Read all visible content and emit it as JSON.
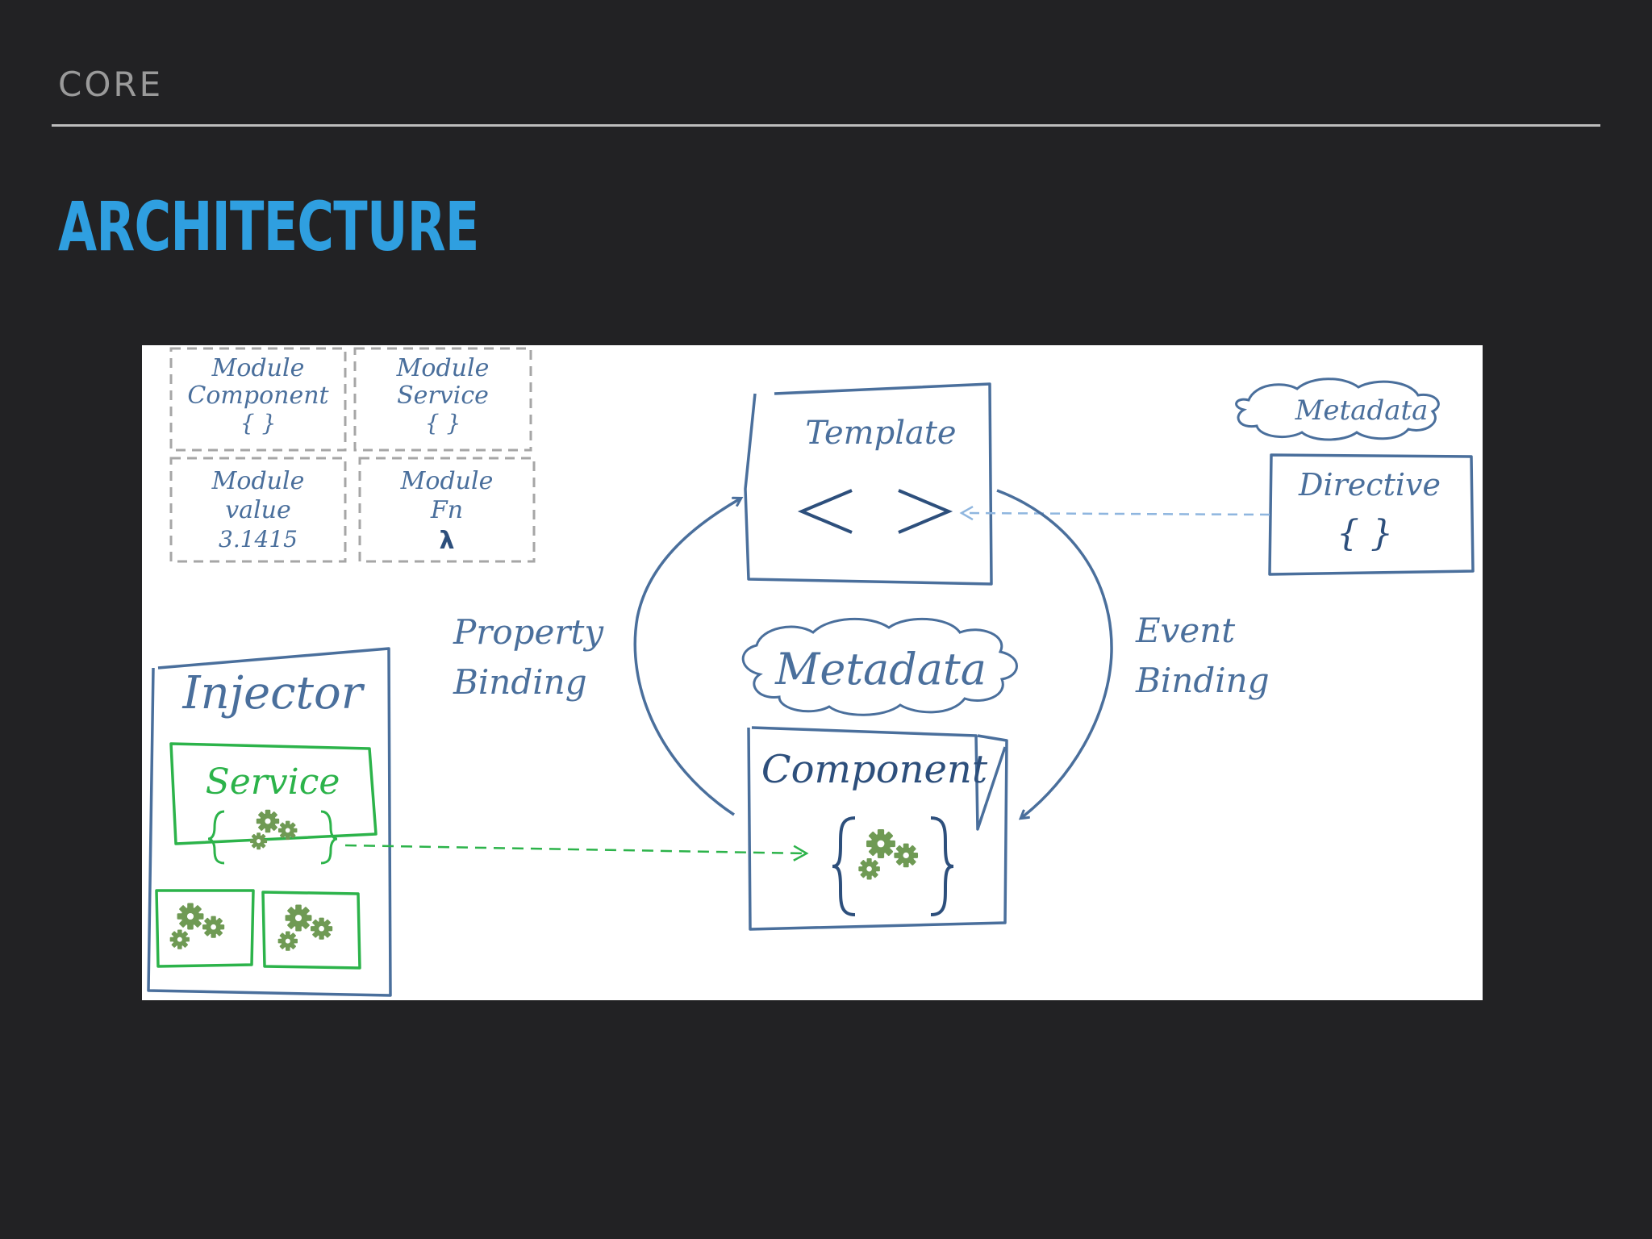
{
  "header": {
    "section": "CORE",
    "title": "ARCHITECTURE"
  },
  "diagram": {
    "modules": [
      {
        "name": "Module",
        "kind": "Component",
        "value": "{ }"
      },
      {
        "name": "Module",
        "kind": "Service",
        "value": "{ }"
      },
      {
        "name": "Module",
        "kind": "value",
        "value": "3.1415"
      },
      {
        "name": "Module",
        "kind": "Fn",
        "value": "λ"
      }
    ],
    "template": {
      "label": "Template",
      "symbol": "< >"
    },
    "metadata_top": "Metadata",
    "directive": {
      "label": "Directive",
      "symbol": "{ }"
    },
    "property_binding": [
      "Property",
      "Binding"
    ],
    "event_binding": [
      "Event",
      "Binding"
    ],
    "metadata_center": "Metadata",
    "injector": {
      "label": "Injector",
      "service": "Service"
    },
    "component": {
      "label": "Component"
    },
    "colors": {
      "blue": "#4a6f9c",
      "green": "#2cb34a",
      "gear": "#6f9a54",
      "dash_gray": "#a6a6a6",
      "dash_blue": "#8fb6df"
    },
    "icons": [
      "gear-cluster-icon",
      "curly-braces-icon",
      "angle-brackets-icon",
      "lambda-icon"
    ]
  }
}
